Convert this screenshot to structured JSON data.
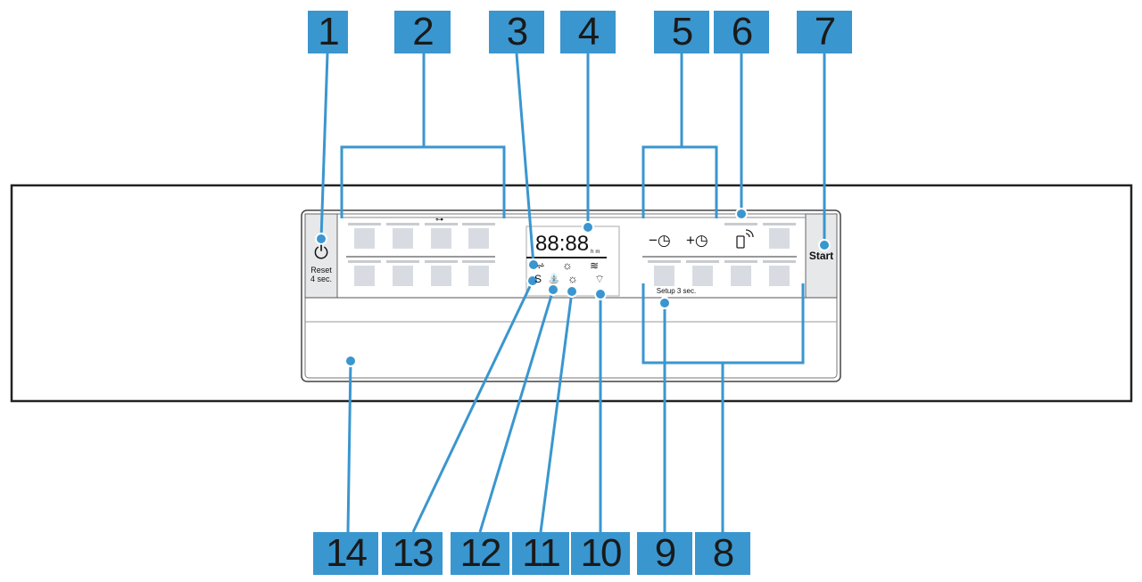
{
  "callouts_top": [
    "1",
    "2",
    "3",
    "4",
    "5",
    "6",
    "7"
  ],
  "callouts_bottom": [
    "14",
    "13",
    "12",
    "11",
    "10",
    "9",
    "8"
  ],
  "panel": {
    "power_button_label": "Reset\n4 sec.",
    "display_time": "88:88",
    "display_h": "h",
    "display_m": "m",
    "start_label": "Start",
    "setup_label": "Setup 3 sec.",
    "minus_timer": "−◷",
    "plus_timer": "+◷"
  },
  "colors": {
    "callout": "#3a96cf",
    "button": "#d8dce2",
    "line": "#3a96cf"
  }
}
